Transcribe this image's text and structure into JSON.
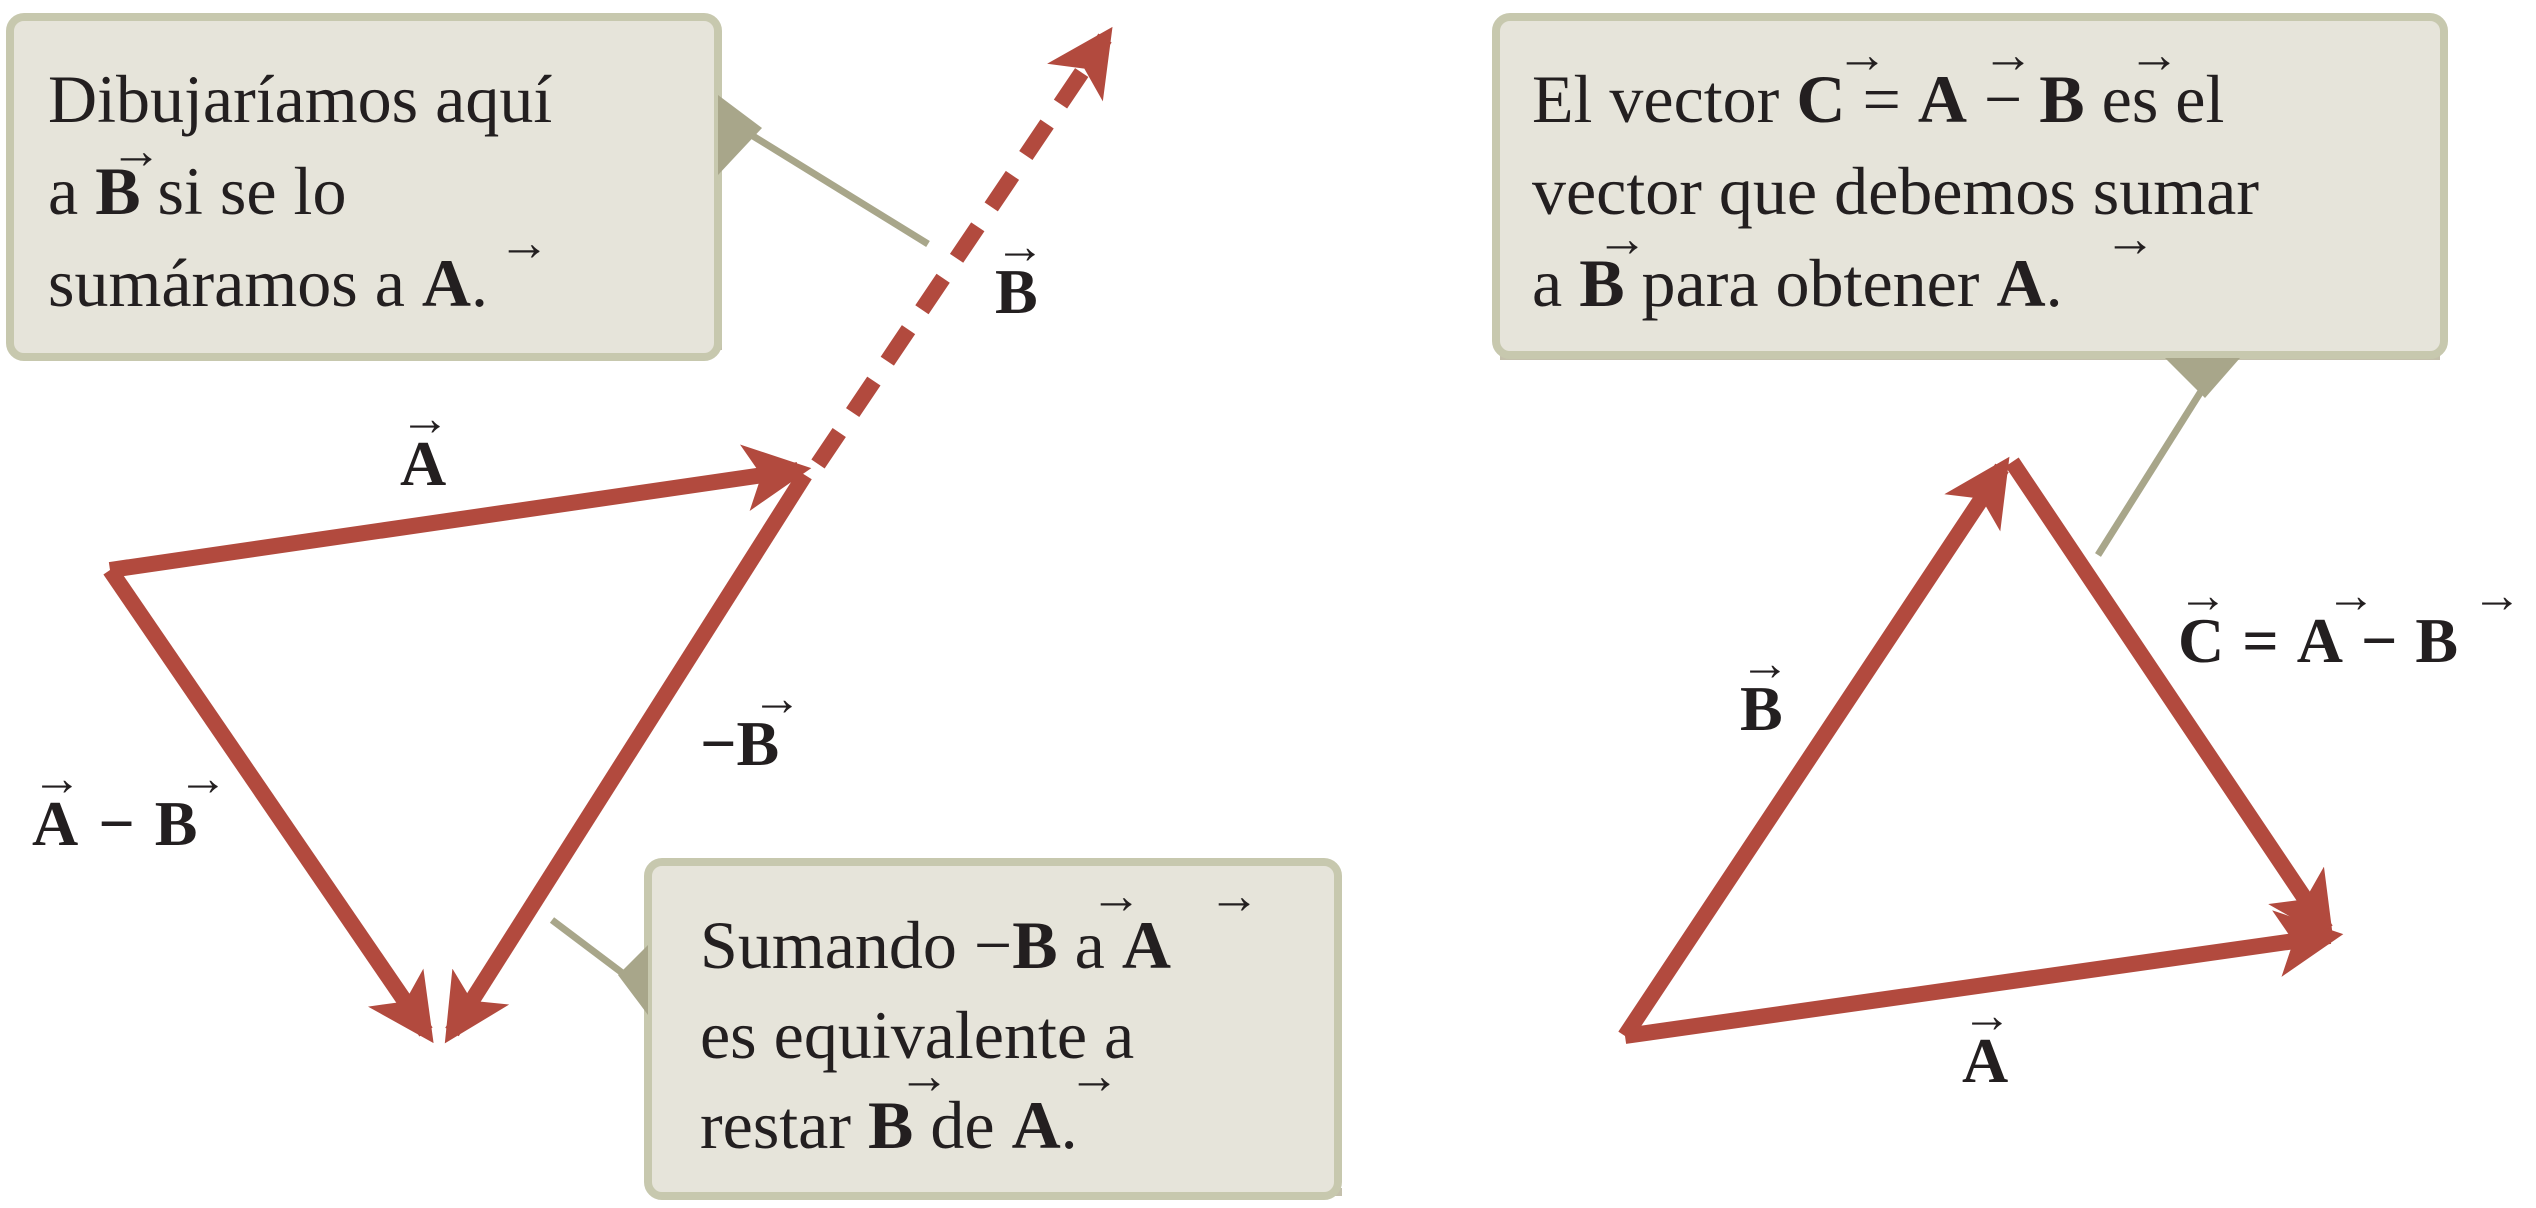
{
  "colors": {
    "vector": "#b24a3e",
    "box_fill": "#e6e4da",
    "box_border": "#c7c8ae",
    "leader": "#a8a68a",
    "text": "#231f20"
  },
  "arrow_symbol": "→",
  "left": {
    "box_top": {
      "line1": "Dibujaríamos aquí",
      "line2_pre": "a ",
      "line2_vec": "B",
      "line2_post": " si se lo",
      "line3_pre": "sumáramos a ",
      "line3_vec": "A",
      "line3_post": "."
    },
    "box_bottom": {
      "line1_pre": "Sumando ",
      "line1_minus": "−",
      "line1_vec1": "B",
      "line1_mid": " a ",
      "line1_vec2": "A",
      "line2": "es equivalente a",
      "line3_pre": "restar ",
      "line3_vec1": "B",
      "line3_mid": " de ",
      "line3_vec2": "A",
      "line3_post": "."
    },
    "labels": {
      "A": "A",
      "B_dashed": "B",
      "neg_B_minus": "−",
      "neg_B_vec": "B",
      "diff_vec1": "A",
      "diff_minus": "−",
      "diff_vec2": "B"
    }
  },
  "right": {
    "box": {
      "line1_pre": "El vector ",
      "line1_vecC": "C",
      "line1_eq": " = ",
      "line1_vecA": "A",
      "line1_minus": " − ",
      "line1_vecB": "B",
      "line1_post": "  es el",
      "line2": "vector que debemos sumar",
      "line3_pre": "a ",
      "line3_vecB": "B",
      "line3_mid": " para obtener ",
      "line3_vecA": "A",
      "line3_post": "."
    },
    "labels": {
      "B": "B",
      "A": "A",
      "C_vec": "C",
      "C_eq": "=",
      "C_vecA": "A",
      "C_minus": "−",
      "C_vecB": "B"
    }
  }
}
